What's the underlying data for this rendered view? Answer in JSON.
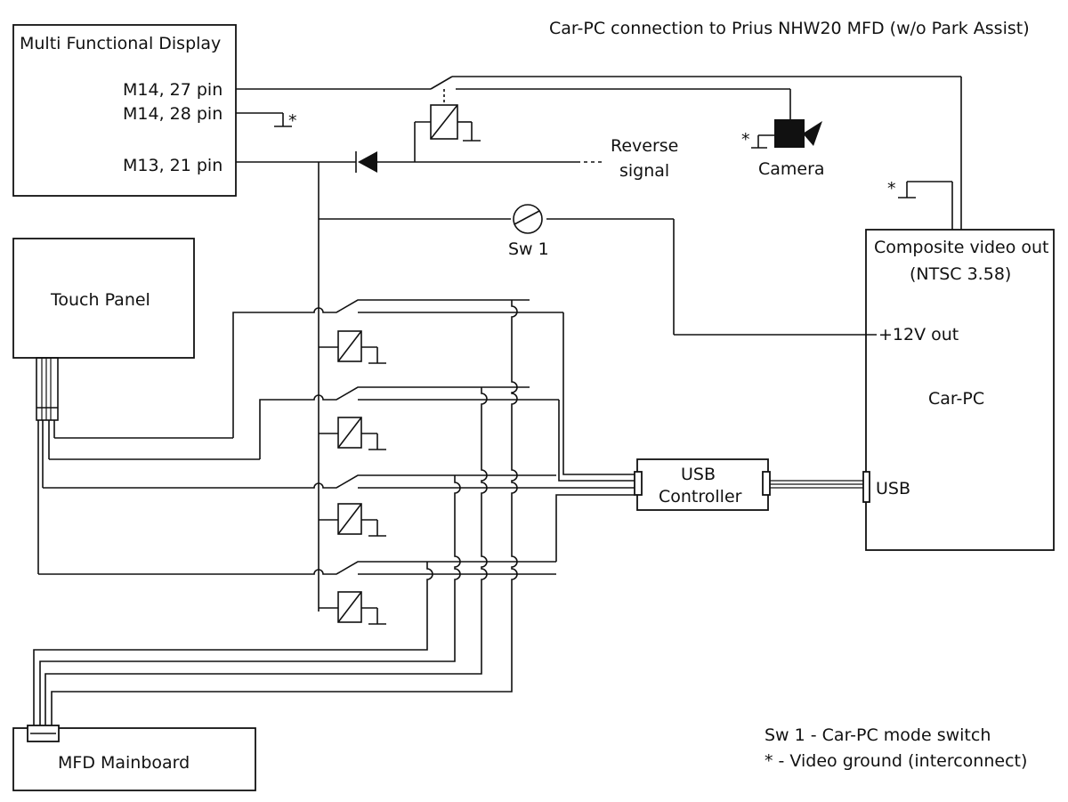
{
  "title": "Car-PC connection to Prius NHW20 MFD (w/o Park Assist)",
  "mfd": {
    "label": "Multi Functional Display",
    "pins": [
      "M14, 27 pin",
      "M14, 28 pin",
      "M13, 21 pin"
    ]
  },
  "touch_panel": {
    "label": "Touch Panel"
  },
  "mfd_mainboard": {
    "label": "MFD Mainboard"
  },
  "car_pc": {
    "label": "Car-PC",
    "composite_line1": "Composite video out",
    "composite_line2": "(NTSC 3.58)",
    "power_out": "+12V out",
    "usb_label": "USB"
  },
  "usb_controller": {
    "line1": "USB",
    "line2": "Controller"
  },
  "camera": {
    "label": "Camera"
  },
  "reverse_signal": {
    "line1": "Reverse",
    "line2": "signal"
  },
  "switch": {
    "label": "Sw 1"
  },
  "ground_marker": "*",
  "notes": [
    "Sw 1 - Car-PC mode switch",
    "* - Video ground (interconnect)"
  ],
  "colors": {
    "line": "#111111",
    "background": "#ffffff"
  }
}
